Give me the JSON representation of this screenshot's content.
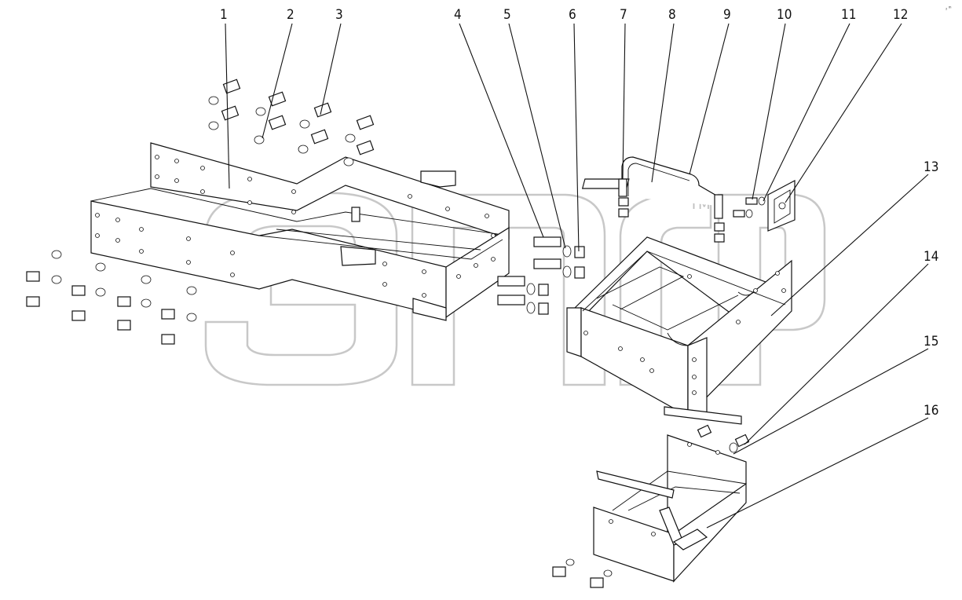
{
  "drawing": {
    "callouts": [
      "1",
      "2",
      "3",
      "4",
      "5",
      "6",
      "7",
      "8",
      "9",
      "10",
      "11",
      "12",
      "13",
      "14",
      "15",
      "16"
    ],
    "watermark": {
      "text": "эпср",
      "mark": "TM"
    },
    "corner_mark": "₂ ᵐ"
  }
}
